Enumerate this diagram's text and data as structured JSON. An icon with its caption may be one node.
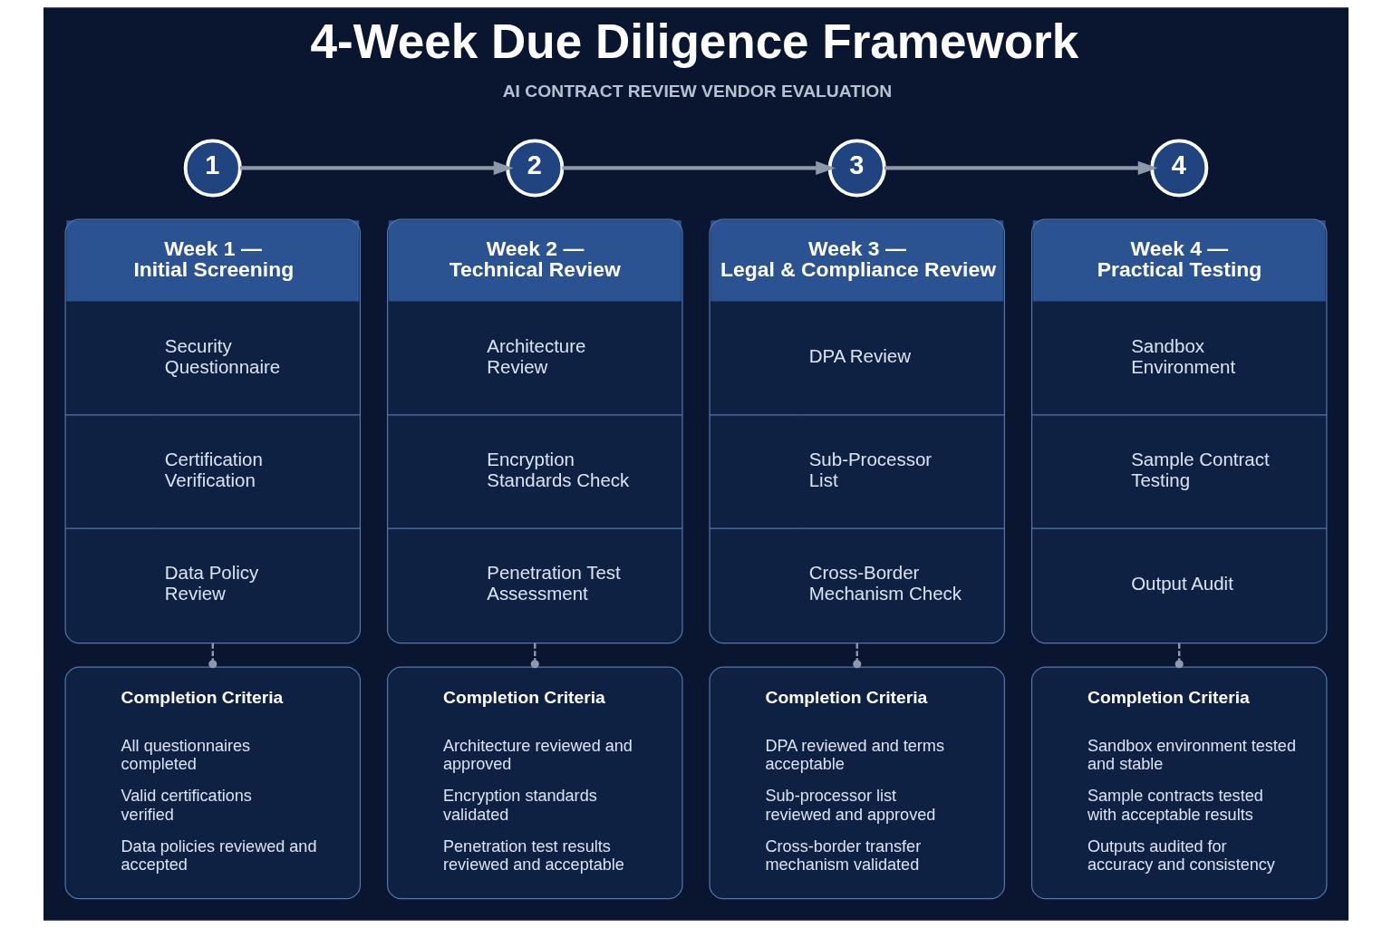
{
  "diagram": {
    "title": "4-Week Due Diligence Framework",
    "caption": "AI CONTRACT REVIEW VENDOR EVALUATION",
    "nodes": [
      {
        "text": [
          "1"
        ]
      },
      {
        "text": [
          "2"
        ]
      },
      {
        "text": [
          "3"
        ]
      },
      {
        "text": [
          "4"
        ]
      },
      {
        "text": [
          "Week 1 — Initial Screening",
          "Security Questionnaire",
          "Certification Verification",
          "Data Policy Review"
        ]
      },
      {
        "text": [
          "Week 2 — Technical Review",
          "Architecture Review",
          "Encryption Standards Check",
          "Penetration Test Assessment"
        ]
      },
      {
        "text": [
          "Week 3 — Legal & Compliance Review",
          "DPA Review",
          "Sub-Processor List",
          "Cross-Border Mechanism Check"
        ]
      },
      {
        "text": [
          "Week 4 — Practical Testing",
          "Sandbox Environment",
          "Sample Contract Testing",
          "Output Audit"
        ]
      },
      {
        "text": [
          "Completion Criteria",
          "All questionnaires completed",
          "Valid certifications verified",
          "Data policies reviewed and accepted"
        ]
      },
      {
        "text": [
          "Completion Criteria",
          "Architecture reviewed and approved",
          "Encryption standards validated",
          "Penetration test results reviewed and acceptable"
        ]
      },
      {
        "text": [
          "Completion Criteria",
          "DPA reviewed and terms acceptable",
          "Sub-processor list reviewed and approved",
          "Cross-border transfer mechanism validated"
        ]
      },
      {
        "text": [
          "Completion Criteria",
          "Sandbox environment tested and stable",
          "Sample contracts tested with acceptable results",
          "Outputs audited for accuracy and consistency"
        ]
      }
    ],
    "edges": [
      {
        "from": 0,
        "to": 1,
        "arrow": "to"
      },
      {
        "from": 1,
        "to": 2,
        "arrow": "to"
      },
      {
        "from": 2,
        "to": 3,
        "arrow": "to"
      },
      {
        "from": 4,
        "to": 8,
        "arrow": "other",
        "style": "dashed"
      },
      {
        "from": 5,
        "to": 9,
        "arrow": "other",
        "style": "dashed"
      },
      {
        "from": 6,
        "to": 10,
        "arrow": "other",
        "style": "dashed"
      },
      {
        "from": 7,
        "to": 11,
        "arrow": "other",
        "style": "dashed"
      }
    ]
  }
}
